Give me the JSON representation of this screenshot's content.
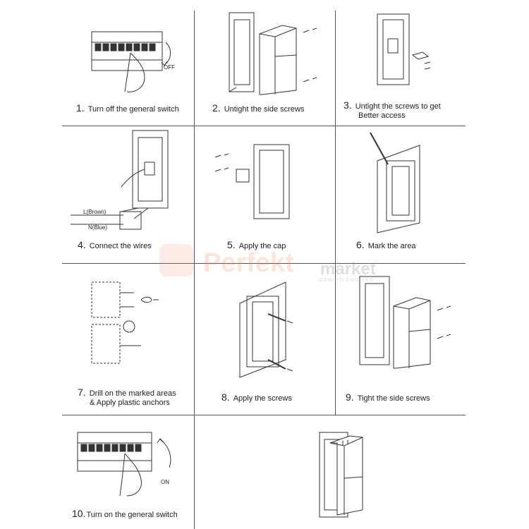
{
  "steps": [
    {
      "num": "1.",
      "text": "Turn off the general switch",
      "label": "OFF"
    },
    {
      "num": "2.",
      "text": "Untight the side screws"
    },
    {
      "num": "3.",
      "text": "Untight the screws to get",
      "text2": "Better access"
    },
    {
      "num": "4.",
      "text": "Connect the wires",
      "wire_l": "L(Brown)",
      "wire_n": "N(Blue)"
    },
    {
      "num": "5.",
      "text": "Apply the cap"
    },
    {
      "num": "6.",
      "text": "Mark the area"
    },
    {
      "num": "7.",
      "text": "Drill on the marked areas",
      "text2": "& Apply plastic anchors"
    },
    {
      "num": "8.",
      "text": "Apply the screws"
    },
    {
      "num": "9.",
      "text": "Tight the side screws"
    },
    {
      "num": "10.",
      "text": "Turn on the general switch",
      "label": "ON"
    }
  ],
  "watermark": {
    "brand": "Perfekt",
    "brand2": "market",
    "tagline": "OŚWIETLENIE LED"
  }
}
